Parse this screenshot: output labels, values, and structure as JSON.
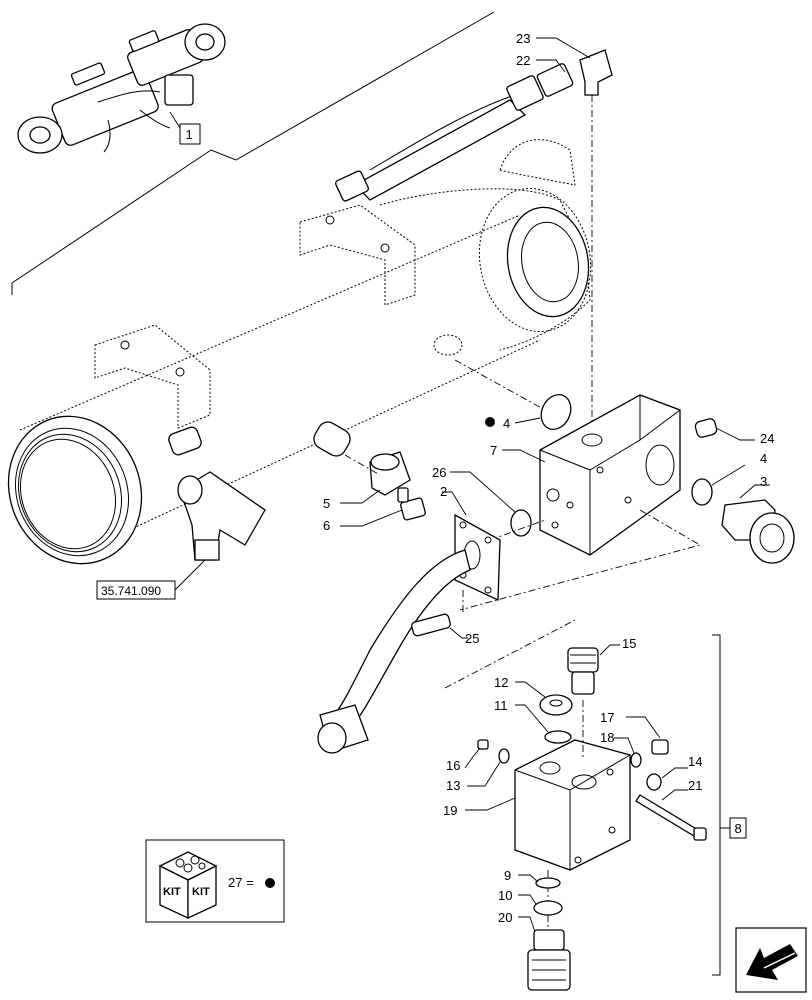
{
  "callouts": {
    "c1": "1",
    "c2": "2",
    "c3": "3",
    "c4a": "4",
    "c4b": "4",
    "c5": "5",
    "c6": "6",
    "c7": "7",
    "c8": "8",
    "c9": "9",
    "c10": "10",
    "c11": "11",
    "c12": "12",
    "c13": "13",
    "c14": "14",
    "c15": "15",
    "c16": "16",
    "c17": "17",
    "c18": "18",
    "c19": "19",
    "c20": "20",
    "c21": "21",
    "c22": "22",
    "c23": "23",
    "c24": "24",
    "c25": "25",
    "c26": "26"
  },
  "reference": "35.741.090",
  "kit": {
    "label_left": "KIT",
    "label_right": "KIT",
    "legend": "27 ="
  },
  "nav_icon": "arrow-back-icon"
}
